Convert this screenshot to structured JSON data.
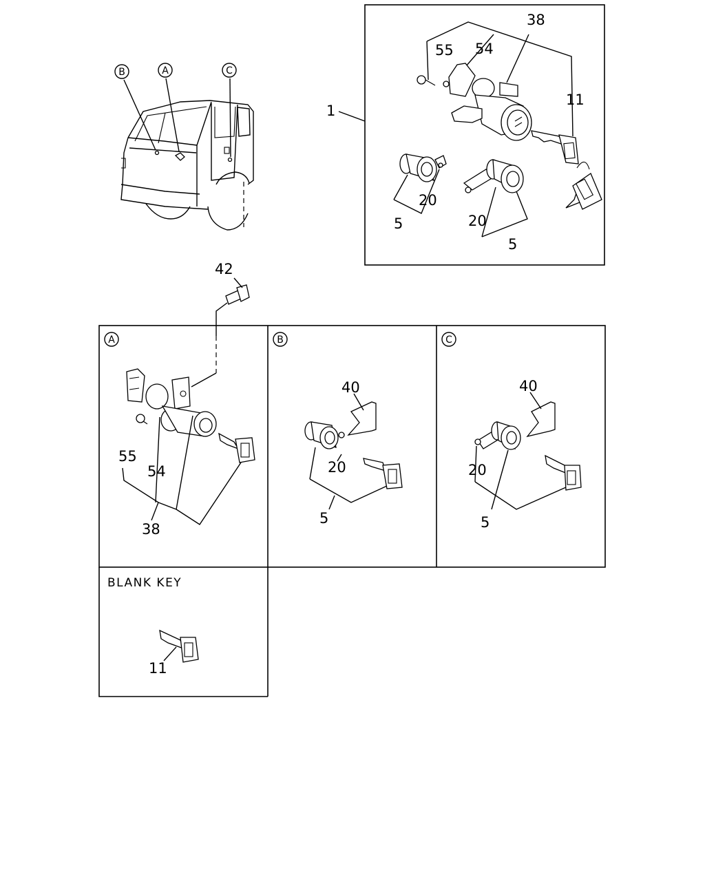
{
  "callouts": {
    "a": "A",
    "b": "B",
    "c": "C"
  },
  "top_assembly": {
    "label_1": "1",
    "label_38": "38",
    "label_55": "55",
    "label_54": "54",
    "label_11": "11",
    "label_20_left": "20",
    "label_5_left": "5",
    "label_20_right": "20",
    "label_5_right": "5"
  },
  "bolt": {
    "label_42": "42"
  },
  "panel_a": {
    "tag": "A",
    "label_55": "55",
    "label_54": "54",
    "label_38": "38"
  },
  "panel_b": {
    "tag": "B",
    "label_40": "40",
    "label_20": "20",
    "label_5": "5"
  },
  "panel_c": {
    "tag": "C",
    "label_40": "40",
    "label_20": "20",
    "label_5": "5"
  },
  "panel_blank": {
    "title": "BLANK KEY",
    "label_11": "11"
  }
}
